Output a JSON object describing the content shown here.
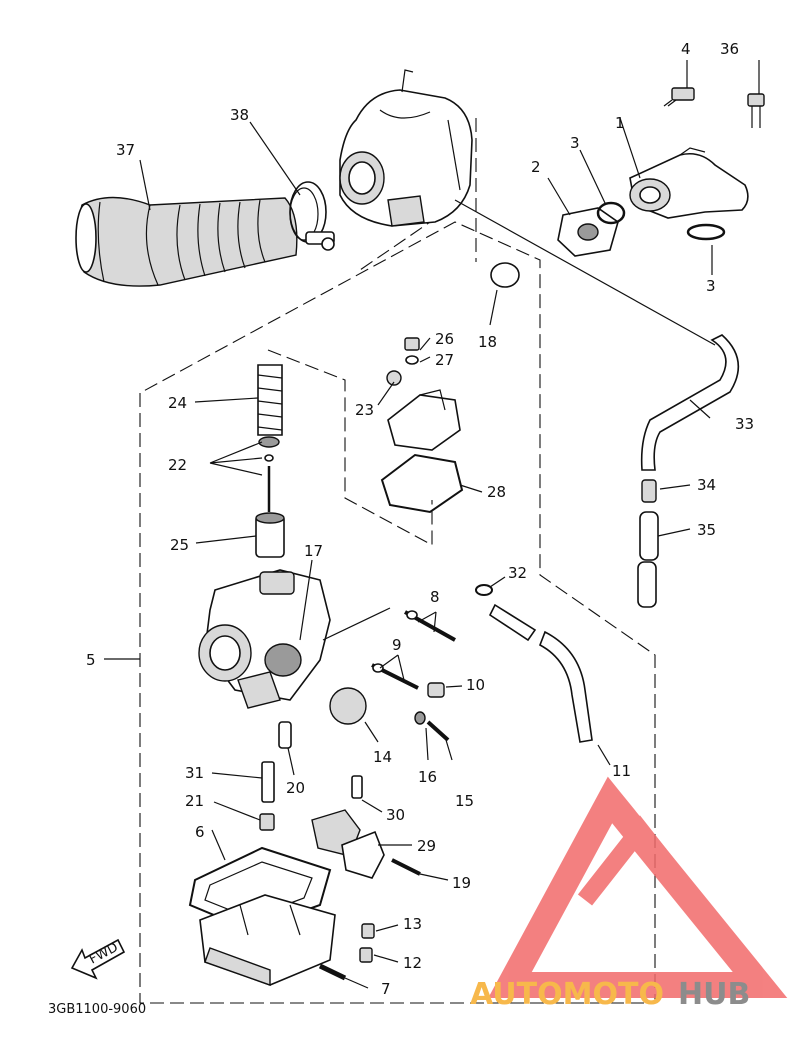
{
  "diagram": {
    "part_numbers": {
      "p1": "1",
      "p2": "2",
      "p3a": "3",
      "p3b": "3",
      "p4": "4",
      "p5": "5",
      "p6": "6",
      "p7": "7",
      "p8": "8",
      "p9": "9",
      "p10": "10",
      "p11": "11",
      "p12": "12",
      "p13": "13",
      "p14": "14",
      "p15": "15",
      "p16": "16",
      "p17": "17",
      "p18": "18",
      "p19": "19",
      "p20": "20",
      "p21": "21",
      "p22": "22",
      "p23": "23",
      "p24": "24",
      "p25": "25",
      "p26": "26",
      "p27": "27",
      "p28": "28",
      "p29": "29",
      "p30": "30",
      "p31": "31",
      "p32": "32",
      "p33": "33",
      "p34": "34",
      "p35": "35",
      "p36": "36",
      "p37": "37",
      "p38": "38"
    },
    "diagram_code": "3GB1100-9060",
    "fwd_label": "FWD"
  },
  "watermark": {
    "text_orange": "AUTOMOTO",
    "text_gray": "HUB",
    "color_red": "#f26b6b",
    "color_orange": "#f7b84b",
    "color_gray": "#8c8c8c"
  }
}
